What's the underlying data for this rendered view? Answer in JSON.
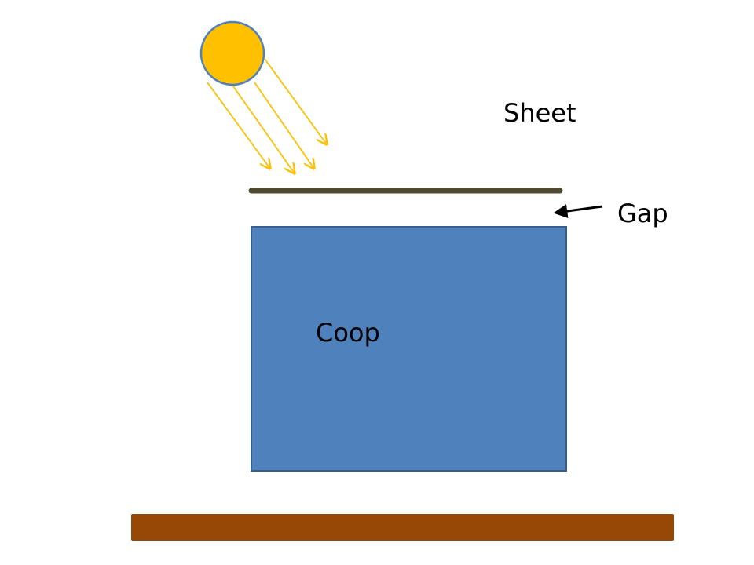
{
  "labels": {
    "sheet": "Sheet",
    "gap": "Gap",
    "coop": "Coop"
  },
  "colors": {
    "sun_fill": "#FFC000",
    "sun_stroke": "#4F81BD",
    "sun_rays": "#FFC000",
    "sheet": "#4F4A30",
    "coop_fill": "#4F81BD",
    "coop_stroke": "#385D8A",
    "ground": "#974806",
    "arrow": "#000000",
    "text": "#000000"
  },
  "icons": {
    "sun": "sun-icon",
    "gap_pointer": "arrow-left-icon"
  }
}
